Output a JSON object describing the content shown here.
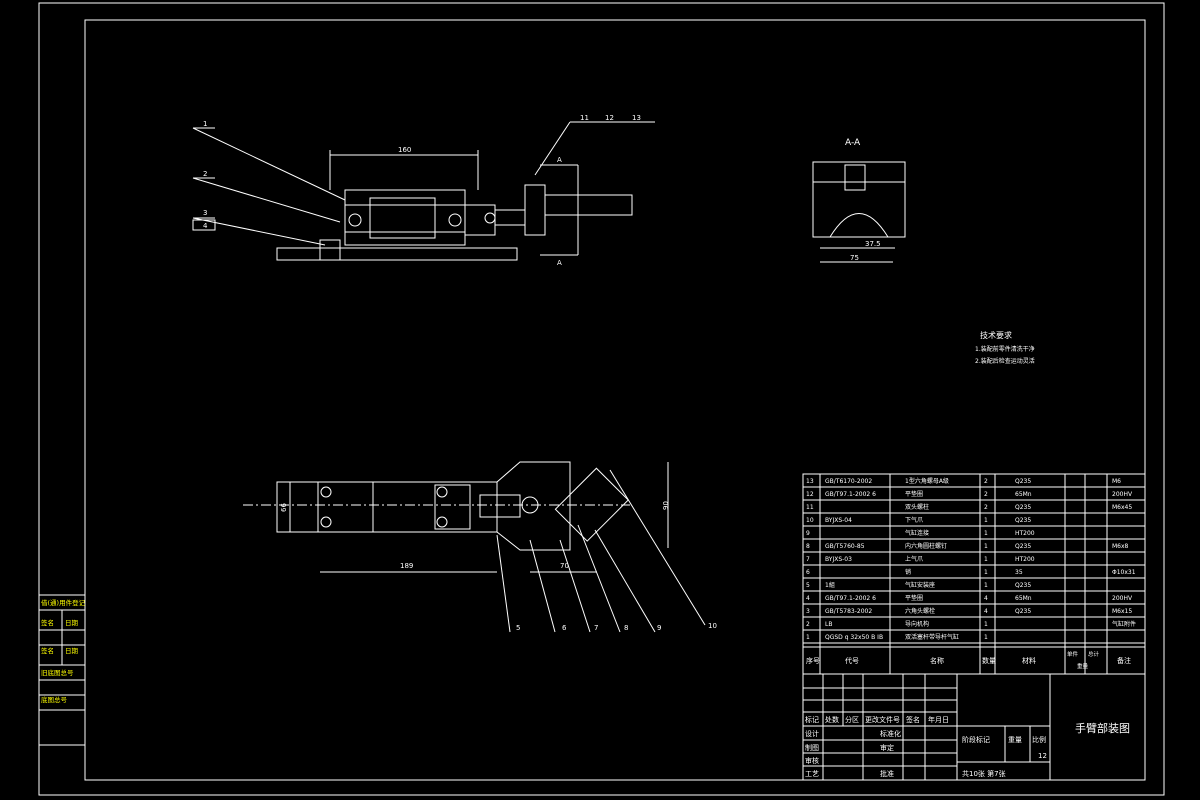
{
  "sheet": {
    "title": "手臂部装图",
    "sheet_info": "共10张 第7张",
    "scale": "1:2",
    "scale_value": "12"
  },
  "section_label": "A-A",
  "section_marks": [
    "A",
    "A"
  ],
  "front_view": {
    "dims": [
      "160"
    ],
    "callouts": [
      "1",
      "2",
      "3",
      "4",
      "11",
      "12",
      "13"
    ]
  },
  "side_view": {
    "dims": [
      "37.5",
      "75"
    ]
  },
  "top_view": {
    "dims": [
      "66",
      "189",
      "70",
      "90"
    ],
    "callouts": [
      "5",
      "6",
      "7",
      "8",
      "9",
      "10"
    ]
  },
  "tech_req": {
    "title": "技术要求",
    "items": [
      "1.装配前零件清洗干净",
      "2.装配后检查运动灵活"
    ]
  },
  "bom": {
    "rows": [
      {
        "no": "13",
        "code": "GB/T6170-2002",
        "name": "1型六角螺母A级",
        "qty": "2",
        "mat": "Q235",
        "note": "M6"
      },
      {
        "no": "12",
        "code": "GB/T97.1-2002 6",
        "name": "平垫圈",
        "qty": "2",
        "mat": "65Mn",
        "note": "200HV"
      },
      {
        "no": "11",
        "code": "",
        "name": "双头螺柱",
        "qty": "2",
        "mat": "Q235",
        "note": "M6x45"
      },
      {
        "no": "10",
        "code": "BYJXS-04",
        "name": "下气爪",
        "qty": "1",
        "mat": "Q235",
        "note": ""
      },
      {
        "no": "9",
        "code": "",
        "name": "气缸连接",
        "qty": "1",
        "mat": "HT200",
        "note": ""
      },
      {
        "no": "8",
        "code": "GB/T5760-85",
        "name": "内六角圆柱螺钉",
        "qty": "1",
        "mat": "Q235",
        "note": "M6x8"
      },
      {
        "no": "7",
        "code": "BYJXS-03",
        "name": "上气爪",
        "qty": "1",
        "mat": "HT200",
        "note": ""
      },
      {
        "no": "6",
        "code": "",
        "name": "销",
        "qty": "1",
        "mat": "35",
        "note": "Φ10x31"
      },
      {
        "no": "5",
        "code": "1組",
        "name": "气缸安装座",
        "qty": "1",
        "mat": "Q235",
        "note": ""
      },
      {
        "no": "4",
        "code": "GB/T97.1-2002 6",
        "name": "平垫圈",
        "qty": "4",
        "mat": "65Mn",
        "note": "200HV"
      },
      {
        "no": "3",
        "code": "GB/T5783-2002",
        "name": "六角头螺栓",
        "qty": "4",
        "mat": "Q235",
        "note": "M6x15"
      },
      {
        "no": "2",
        "code": "LB",
        "name": "导向机构",
        "qty": "1",
        "mat": "",
        "note": "气缸附件"
      },
      {
        "no": "1",
        "code": "QGSD q 32x50 B IB",
        "name": "双活塞杆带导杆气缸",
        "qty": "1",
        "mat": "",
        "note": ""
      }
    ],
    "header": {
      "no": "序号",
      "code": "代号",
      "name": "名称",
      "qty": "数量",
      "mat": "材料",
      "unit": "单件",
      "total": "总计",
      "weight": "重量",
      "note": "备注"
    }
  },
  "title_block": {
    "labels": [
      "标记",
      "处数",
      "分区",
      "更改文件号",
      "签名",
      "年月日"
    ],
    "roles": [
      "设计",
      "制图",
      "审核",
      "工艺"
    ],
    "roles2": [
      "标准化",
      "审定",
      "批准"
    ],
    "stage": "阶段标记",
    "weight": "重量",
    "scale_label": "比例"
  },
  "side_stamp": {
    "items": [
      "借(通)用件登记",
      "旧底图总号",
      "底图总号",
      "签名",
      "日期",
      "签名",
      "日期"
    ]
  }
}
